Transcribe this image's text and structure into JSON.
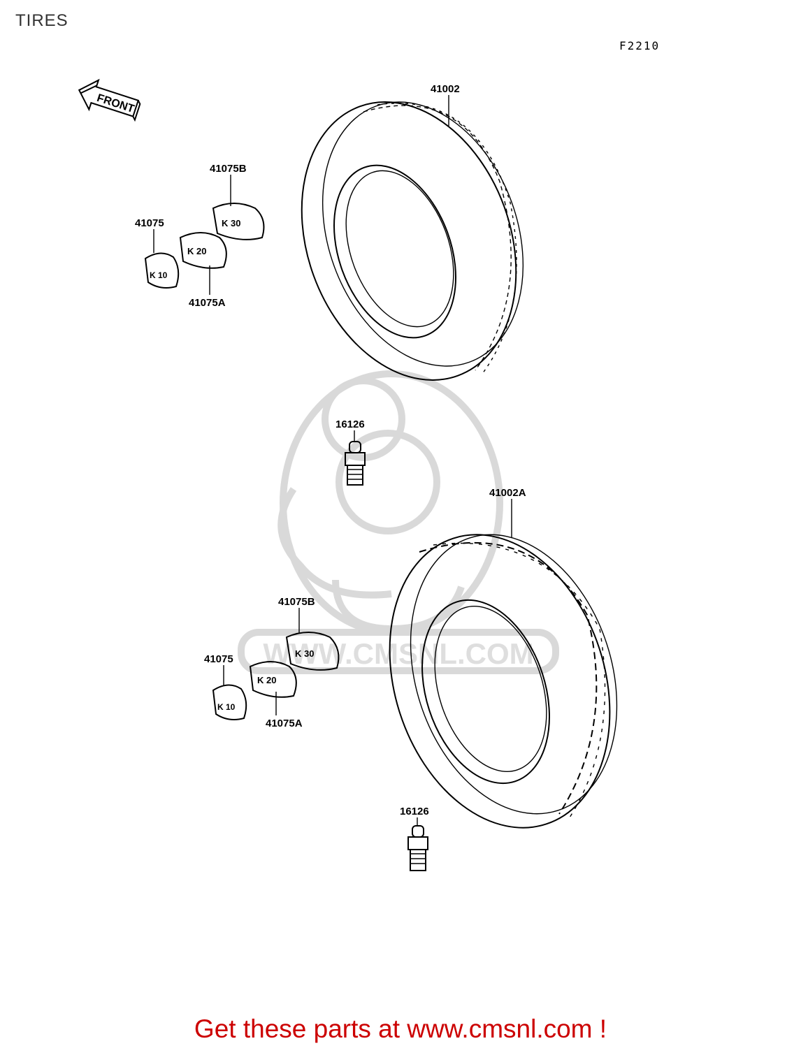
{
  "page": {
    "title": "TIRES",
    "figure_code": "F2210",
    "footer_link_text": "Get these parts at www.cmsnl.com !",
    "accent_color": "#cc0000"
  },
  "direction_marker": {
    "label": "FRONT"
  },
  "callouts": {
    "front_tire": "41002",
    "rear_tire": "41002A",
    "valve_upper": "16126",
    "valve_lower": "16126",
    "weight_upper_b": "41075B",
    "weight_upper": "41075",
    "weight_upper_a": "41075A",
    "weight_lower_b": "41075B",
    "weight_lower": "41075",
    "weight_lower_a": "41075A"
  },
  "weight_marks": {
    "upper_b": "K 30",
    "upper_a": "K 20",
    "upper": "K 10",
    "lower_b": "K 30",
    "lower_a": "K 20",
    "lower": "K 10"
  },
  "watermark": {
    "text": "WWW.CMSNL.COM",
    "logo": "cms-mascot-logo"
  }
}
